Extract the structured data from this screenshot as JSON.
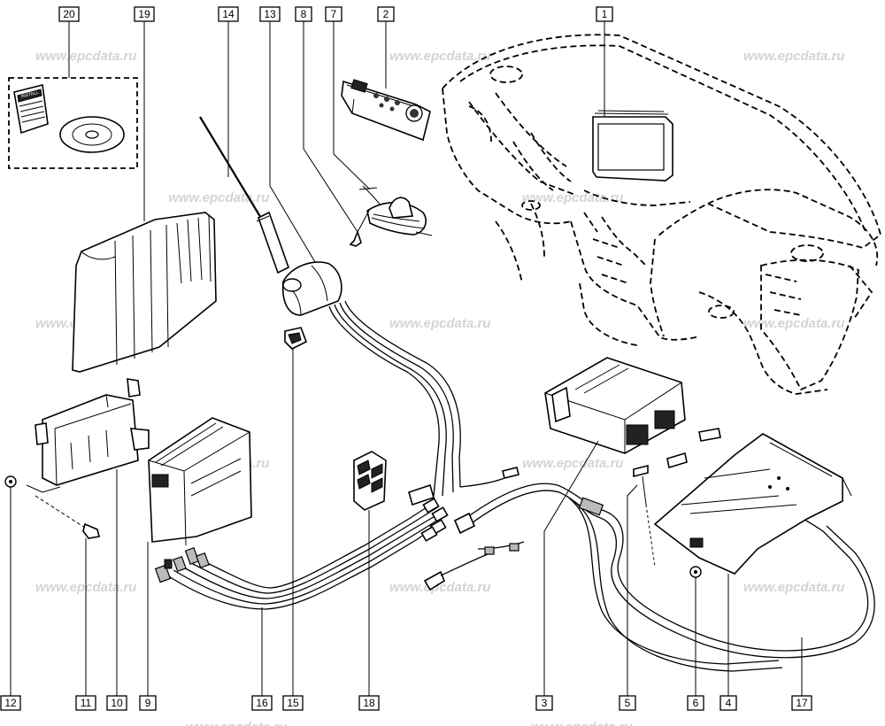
{
  "watermark": {
    "text": "www.epcdata.ru"
  },
  "callouts": {
    "c1": "1",
    "c2": "2",
    "c3": "3",
    "c4": "4",
    "c5": "5",
    "c6": "6",
    "c7": "7",
    "c8": "8",
    "c9": "9",
    "c10": "10",
    "c11": "11",
    "c12": "12",
    "c13": "13",
    "c14": "14",
    "c15": "15",
    "c16": "16",
    "c17": "17",
    "c18": "18",
    "c19": "19",
    "c20": "20"
  },
  "booklet": {
    "cover_text": "INSTALL"
  }
}
